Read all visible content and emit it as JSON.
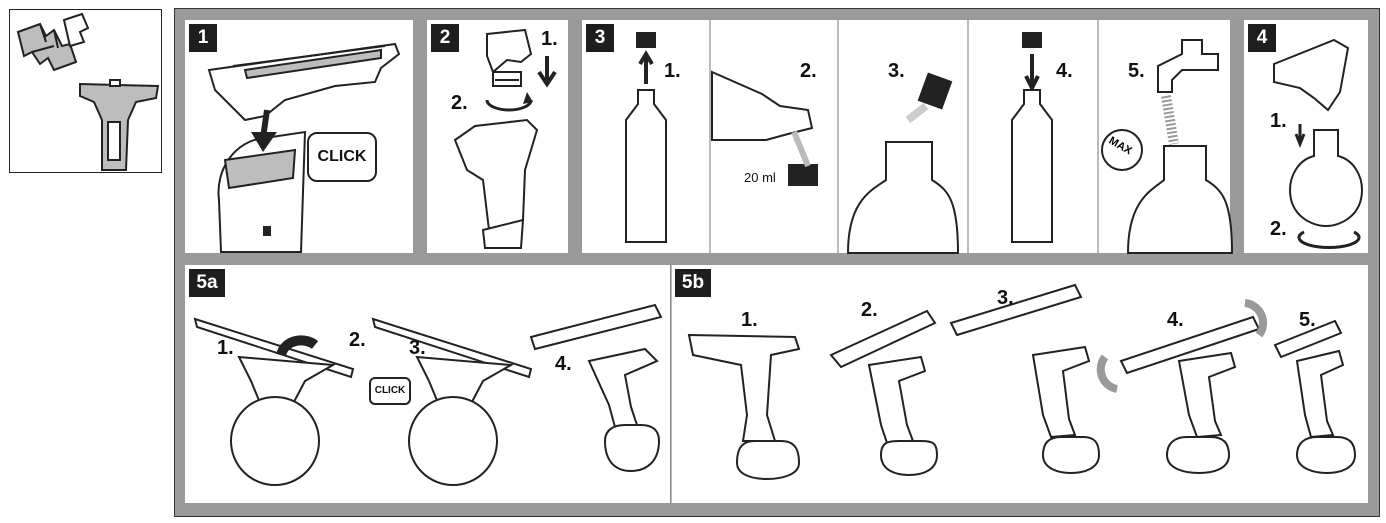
{
  "sections": {
    "s1": {
      "badge": "1",
      "click": "CLICK"
    },
    "s2": {
      "badge": "2",
      "step1": "1.",
      "step2": "2."
    },
    "s3": {
      "badge": "3",
      "step1": "1.",
      "step2": "2.",
      "step3": "3.",
      "step4": "4.",
      "step5": "5.",
      "amount": "20 ml",
      "max": "MAX"
    },
    "s4": {
      "badge": "4",
      "step1": "1.",
      "step2": "2."
    },
    "s5a": {
      "badge": "5a",
      "step1": "1.",
      "step2": "2.",
      "step3": "3.",
      "step4": "4.",
      "click": "CLICK"
    },
    "s5b": {
      "badge": "5b",
      "step1": "1.",
      "step2": "2.",
      "step3": "3.",
      "step4": "4.",
      "step5": "5."
    }
  },
  "colors": {
    "frame": "#9a9a9a",
    "badge": "#1e1e1e",
    "panel": "#ffffff"
  }
}
